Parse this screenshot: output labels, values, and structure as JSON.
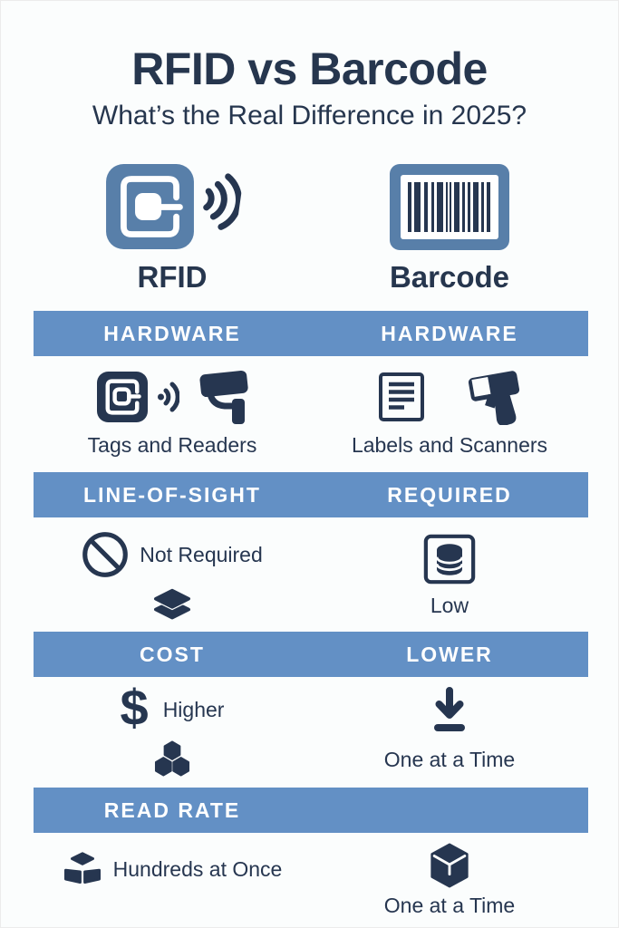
{
  "header": {
    "title": "RFID vs Barcode",
    "subtitle": "What’s the Real Difference in 2025?"
  },
  "hero": {
    "left": {
      "label": "RFID",
      "icon": "rfid-tag-with-signal-waves-icon"
    },
    "right": {
      "label": "Barcode",
      "icon": "barcode-icon"
    }
  },
  "rows": [
    {
      "band_left": "HARDWARE",
      "band_right": "HARDWARE",
      "left_text": "Tags and Readers",
      "left_icons": [
        "rfid-tag-icon",
        "signal-waves-icon",
        "handheld-reader-icon"
      ],
      "right_text": "Labels and Scanners",
      "right_icons": [
        "label-document-icon",
        "scanner-gun-icon"
      ]
    },
    {
      "band_left": "LINE-OF-SIGHT",
      "band_right": "REQUIRED",
      "left_text": "Not Required",
      "left_icons": [
        "prohibited-icon",
        "layers-icon"
      ],
      "right_text": "Low",
      "right_icons": [
        "database-icon"
      ]
    },
    {
      "band_left": "COST",
      "band_right": "LOWER",
      "left_text": "Higher",
      "left_icons": [
        "dollar-icon",
        "cubes-icon"
      ],
      "right_text": "One at a Time",
      "right_icons": [
        "download-arrow-icon"
      ]
    },
    {
      "band_left": "READ RATE",
      "band_right": "",
      "left_text": "Hundreds at Once",
      "left_icons": [
        "box-stack-icon"
      ],
      "right_text": "One at a Time",
      "right_icons": [
        "cube-icon"
      ]
    }
  ],
  "glyphs": {
    "dollar": "$"
  },
  "colors": {
    "background": "#fbfdfd",
    "band_blue": "#6390c5",
    "icon_steel_blue": "#587fa9",
    "dark_navy": "#263650",
    "band_text": "#ffffff"
  }
}
